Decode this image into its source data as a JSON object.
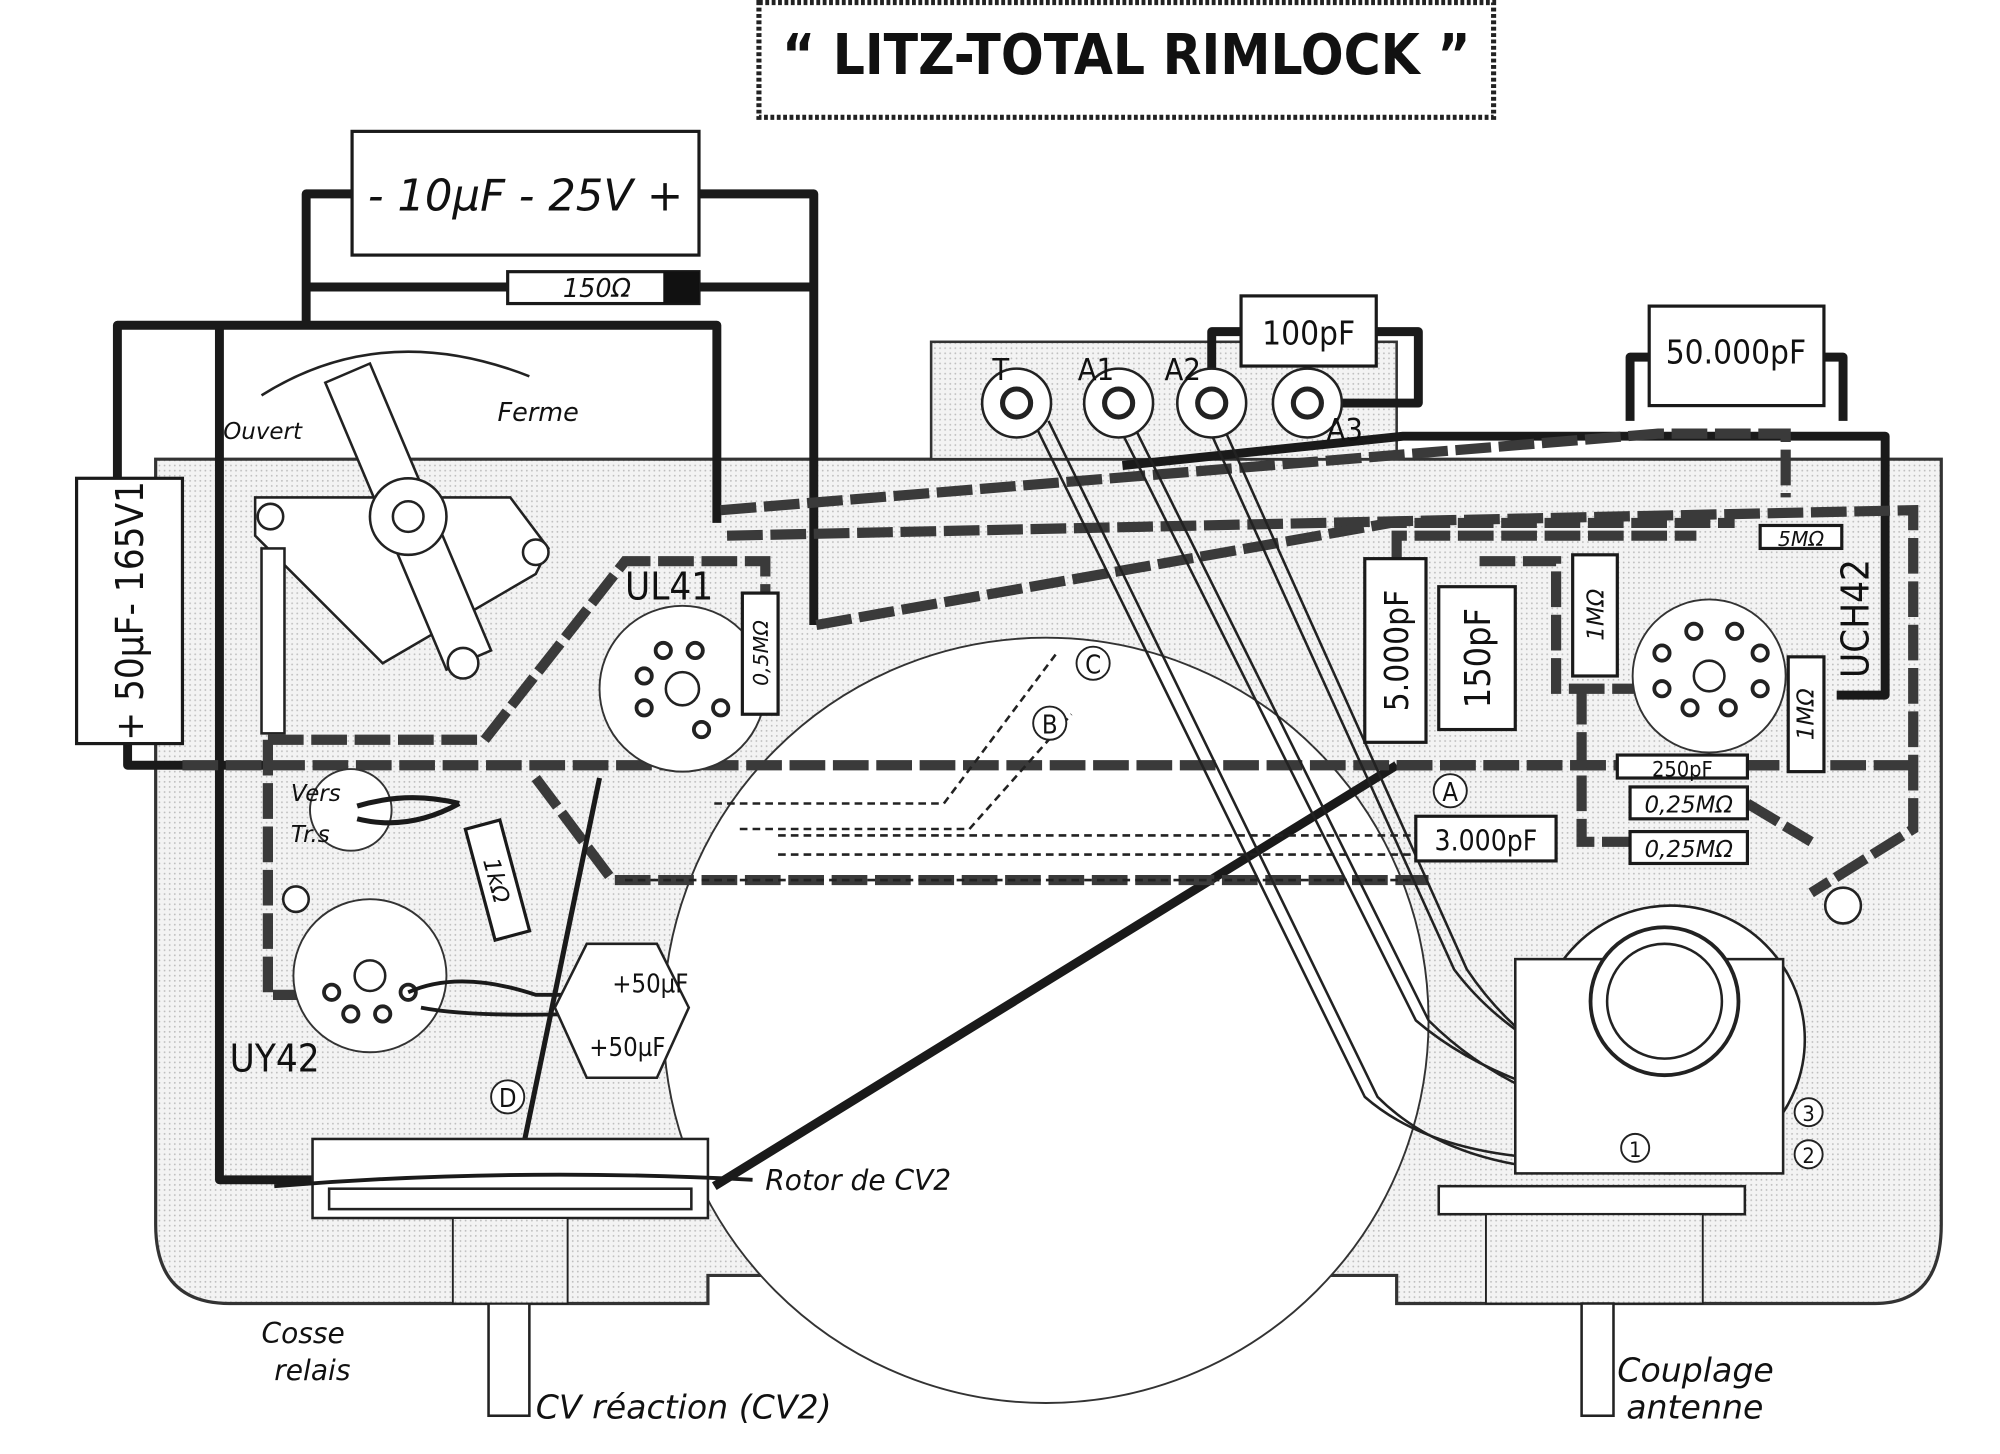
{
  "title": "“ LITZ-TOTAL RIMLOCK ”",
  "components": {
    "cap_10uf": "- 10µF - 25V +",
    "res_150": "150Ω",
    "cap_50uf_165v": "+ 50µF- 165V1",
    "cap_100pf": "100pF",
    "cap_50000pf": "50.000pF",
    "cap_5000pf": "5.000pF",
    "cap_150pf": "150pF",
    "res_1m_a": "1MΩ",
    "res_5m": "5MΩ",
    "res_1m_b": "1MΩ",
    "cap_250pf": "250pF",
    "res_025m_a": "0,25MΩ",
    "res_025m_b": "0,25MΩ",
    "cap_3000pf": "3.000pF",
    "res_05m": "0,5MΩ",
    "res_1k": "1kΩ",
    "cap_50uf_a": "+50µF",
    "cap_50uf_b": "+50µF"
  },
  "tubes": {
    "ul41": "UL41",
    "uy42": "UY42",
    "uch42": "UCH42"
  },
  "sockets": [
    "T",
    "A1",
    "A2",
    "A3"
  ],
  "points": [
    "A",
    "B",
    "C",
    "D"
  ],
  "terminals": [
    "1",
    "2",
    "3"
  ],
  "annotations": {
    "ouvert": "Ouvert",
    "ferme": "Ferme",
    "vers": "Vers",
    "trs": "Tr.s",
    "rotor": "Rotor de CV2",
    "cosse": "Cosse",
    "relais": "relais",
    "cv_reaction": "CV réaction (CV2)",
    "couplage": "Couplage",
    "antenne": "antenne"
  }
}
